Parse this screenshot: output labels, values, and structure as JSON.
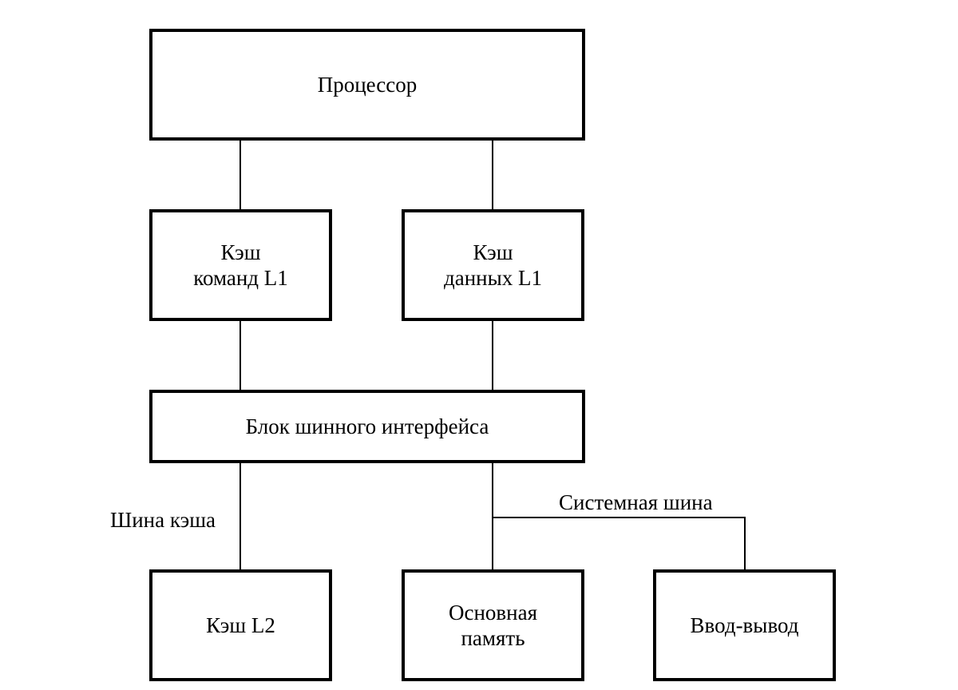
{
  "blocks": {
    "processor": "Процессор",
    "l1_instr": "Кэш\nкоманд L1",
    "l1_data": "Кэш\nданных L1",
    "bus_interface": "Блок шинного интерфейса",
    "l2": "Кэш L2",
    "main_memory": "Основная\nпамять",
    "io": "Ввод-вывод"
  },
  "buses": {
    "cache_bus": "Шина кэша",
    "system_bus": "Системная шина"
  }
}
